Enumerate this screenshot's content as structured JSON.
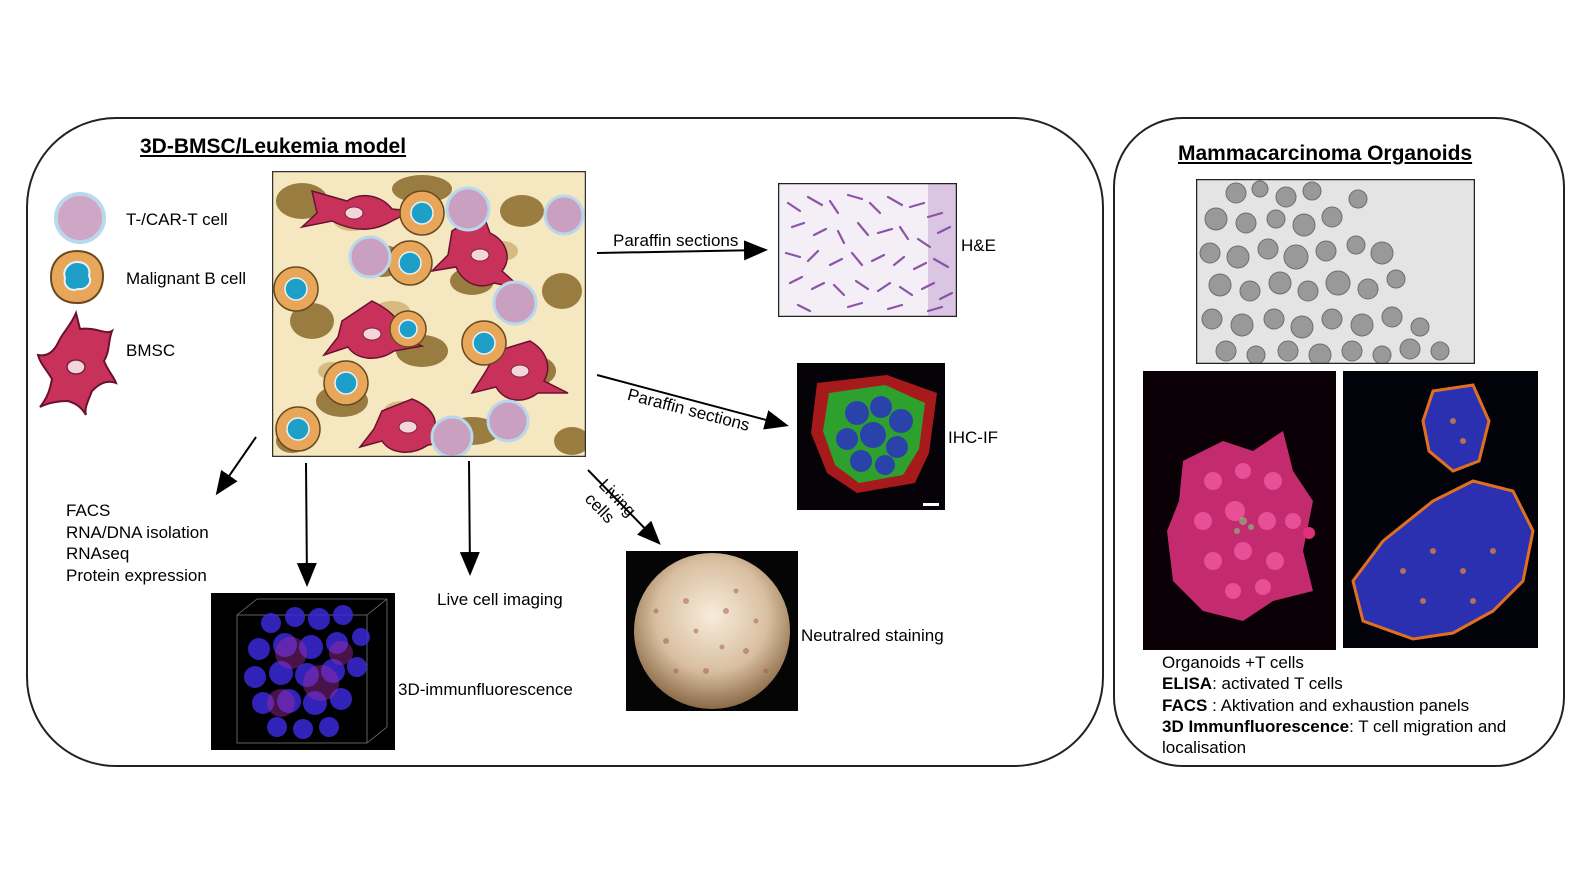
{
  "left": {
    "title": "3D-BMSC/Leukemia model",
    "legend": [
      {
        "label": "T-/CAR-T cell",
        "icon": "t-cell-icon"
      },
      {
        "label": "Malignant B cell",
        "icon": "malignant-b-cell-icon"
      },
      {
        "label": "BMSC",
        "icon": "bmsc-icon"
      }
    ],
    "arrows": {
      "paraffin_top": "Paraffin sections",
      "paraffin_mid": "Paraffin sections",
      "living_line1": "Living",
      "living_line2": "cells"
    },
    "outputs": {
      "he": "H&E",
      "ihc": "IHC-IF",
      "neutralred": "Neutralred staining",
      "live_imaging": "Live cell imaging",
      "immuno3d": "3D-immunfluorescence"
    },
    "assays": [
      "FACS",
      "RNA/DNA isolation",
      "RNAseq",
      "Protein expression"
    ]
  },
  "right": {
    "title": "Mammacarcinoma Organoids",
    "caption": {
      "line1": "Organoids +T cells",
      "elisa_term": "ELISA",
      "elisa_text": ": activated T cells",
      "facs_term": "FACS",
      "facs_text": " : Aktivation and exhaustion panels",
      "if_term": "3D Immunfluorescence",
      "if_text": ": T cell migration and localisation"
    }
  },
  "colors": {
    "bmsc": "#c8325a",
    "b_cell_outer": "#e8a65a",
    "b_cell_nucleus": "#1e9fc8",
    "t_cell": "#c9a0c0",
    "scaffold": "#f5e7c0"
  }
}
